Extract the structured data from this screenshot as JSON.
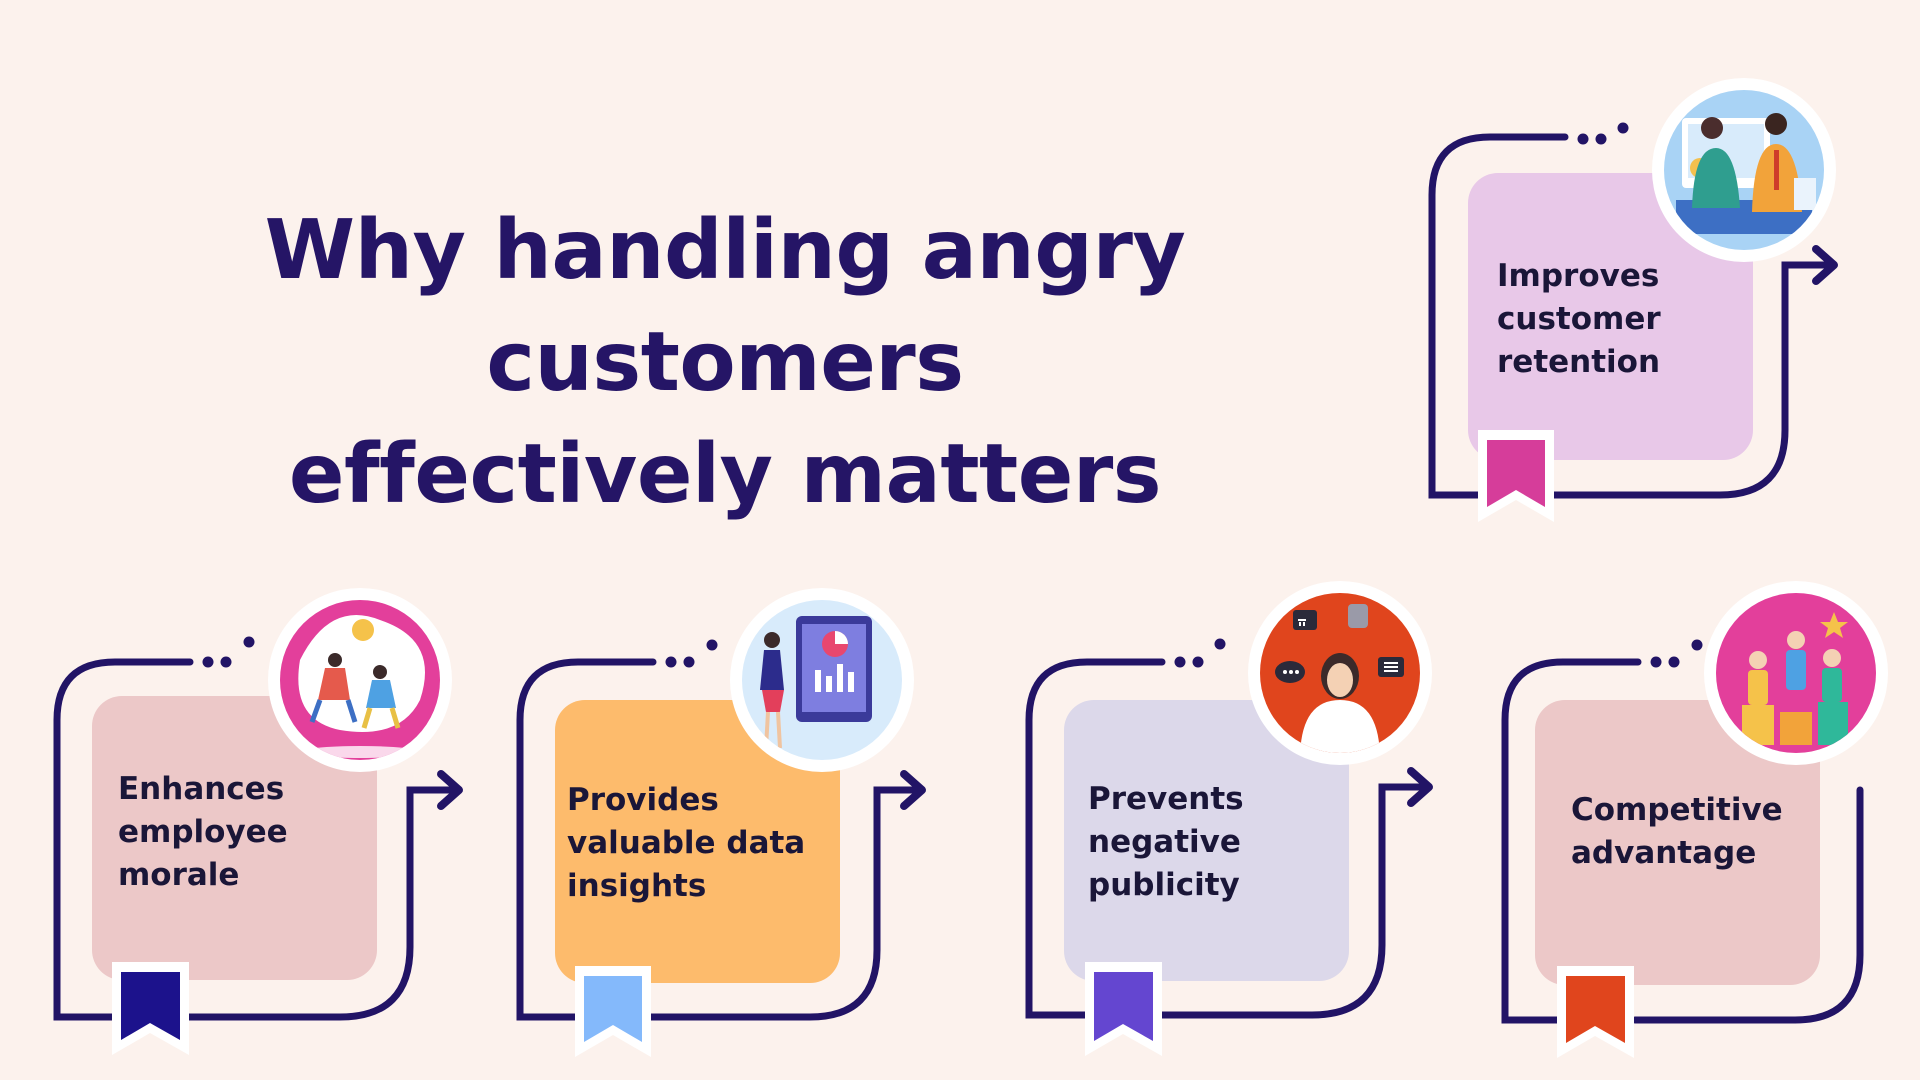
{
  "title": {
    "line1": "Why handling angry customers",
    "line2": "effectively matters"
  },
  "colors": {
    "background": "#fcf2ed",
    "title": "#251566",
    "frame_stroke": "#221466",
    "label_text": "#1a1638"
  },
  "cards": [
    {
      "label_lines": [
        "Improves",
        "customer",
        "retention"
      ],
      "box_color": "#e8c8e8",
      "ribbon_color": "#d63d9a",
      "icon": "business-meeting-icon"
    },
    {
      "label_lines": [
        "Enhances",
        "employee",
        "morale"
      ],
      "box_color": "#ecc8c8",
      "ribbon_color": "#1c128c",
      "icon": "happy-team-icon"
    },
    {
      "label_lines": [
        "Provides",
        "valuable data",
        "insights"
      ],
      "box_color": "#fdbb6c",
      "ribbon_color": "#84b9fb",
      "icon": "data-analytics-icon"
    },
    {
      "label_lines": [
        "Prevents",
        "negative",
        "publicity"
      ],
      "box_color": "#dcd8ea",
      "ribbon_color": "#6446d0",
      "icon": "stressed-person-icon"
    },
    {
      "label_lines": [
        "Competitive",
        "advantage"
      ],
      "box_color": "#ecc8c8",
      "ribbon_color": "#e0451d",
      "icon": "podium-winner-icon"
    }
  ]
}
